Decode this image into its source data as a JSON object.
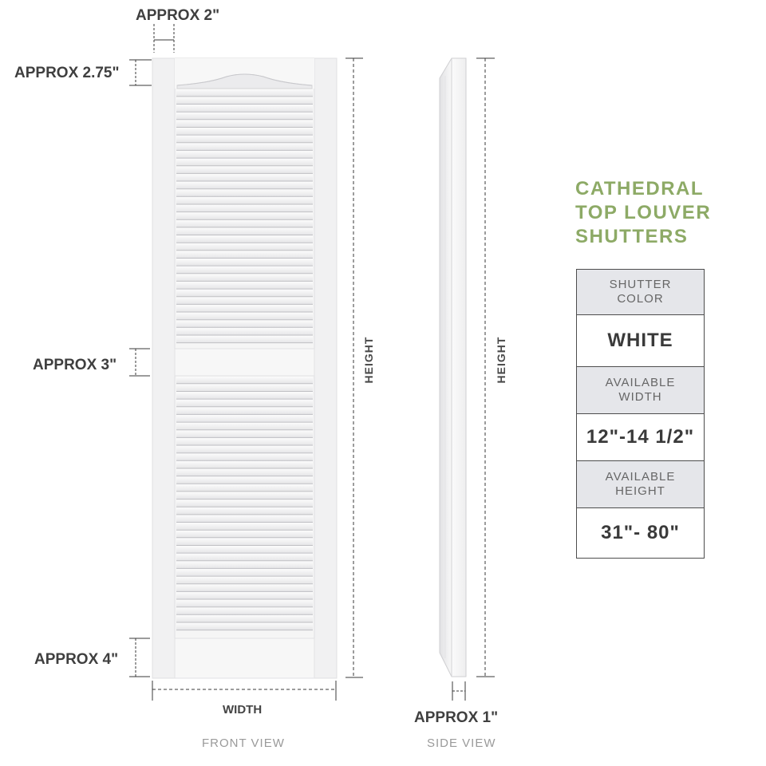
{
  "dimensions": {
    "top_stile": "APPROX 2\"",
    "top_rail": "APPROX 2.75\"",
    "mid_rail": "APPROX 3\"",
    "bottom_rail": "APPROX 4\"",
    "depth": "APPROX 1\"",
    "width": "WIDTH",
    "height_front": "HEIGHT",
    "height_side": "HEIGHT"
  },
  "views": {
    "front": "FRONT VIEW",
    "side": "SIDE VIEW"
  },
  "title": {
    "line1": "CATHEDRAL",
    "line2": "TOP LOUVER",
    "line3": "SHUTTERS"
  },
  "specs": {
    "color_label_1": "SHUTTER",
    "color_label_2": "COLOR",
    "color_value": "WHITE",
    "width_label_1": "AVAILABLE",
    "width_label_2": "WIDTH",
    "width_value": "12\"-14 1/2\"",
    "height_label_1": "AVAILABLE",
    "height_label_2": "HEIGHT",
    "height_value": "31\"- 80\""
  },
  "colors": {
    "title_accent": "#8daa66",
    "shutter_white": "#f4f4f4",
    "table_header_bg": "#e5e6ea"
  }
}
